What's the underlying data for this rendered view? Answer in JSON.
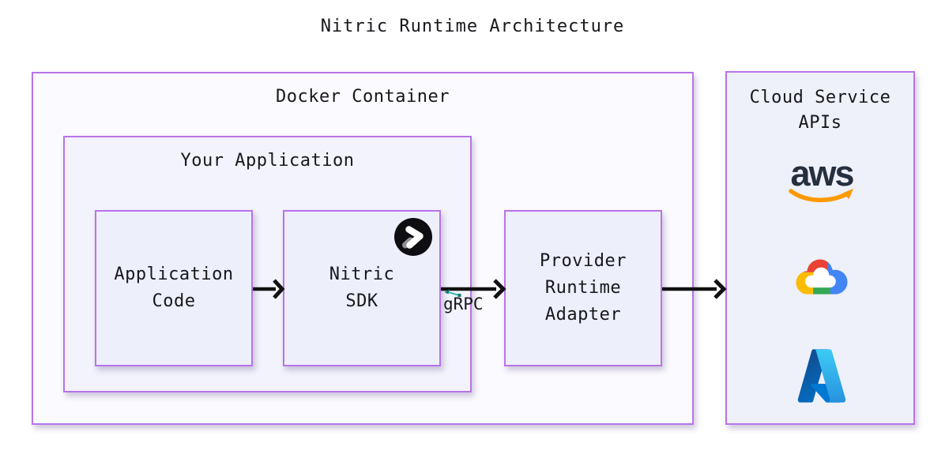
{
  "title": "Nitric Runtime Architecture",
  "colors": {
    "border-purple": "#b874e8",
    "text-dark": "#17171c",
    "arrow-black": "#111111",
    "docker-bg": "#fbfafe",
    "app-bg": "#f2f3fc",
    "node-bg": "#edeffb",
    "cloud-bg": "#eef0fa",
    "grpc-teal": "#2ab3a8",
    "grpc-teal-dark": "#0d7d74",
    "aws-navy": "#252f3e",
    "aws-orange": "#ff9900",
    "gcp-red": "#ea4335",
    "gcp-yellow": "#fbbc04",
    "gcp-green": "#34a853",
    "gcp-blue": "#4285f4",
    "azure-dark-blue": "#114a8b",
    "azure-mid-blue": "#0078d4",
    "azure-light-blue": "#3ccbf4",
    "nitric-black": "#0d0d12"
  },
  "containers": {
    "docker": {
      "label": "Docker Container"
    },
    "your_application": {
      "label": "Your Application"
    },
    "cloud_apis": {
      "lines": [
        "Cloud Service",
        "APIs"
      ]
    }
  },
  "nodes": {
    "application_code": {
      "lines": [
        "Application",
        "Code"
      ]
    },
    "nitric_sdk": {
      "lines": [
        "Nitric",
        "SDK"
      ],
      "icon": "nitric-logo"
    },
    "provider_runtime_adapter": {
      "lines": [
        "Provider",
        "Runtime",
        "Adapter"
      ]
    }
  },
  "connections": [
    {
      "from": "application_code",
      "to": "nitric_sdk",
      "label": ""
    },
    {
      "from": "nitric_sdk",
      "to": "provider_runtime_adapter",
      "label": "gRPC",
      "label_icon": "grpc-logo"
    },
    {
      "from": "provider_runtime_adapter",
      "to": "cloud_apis",
      "label": ""
    }
  ],
  "cloud_providers": [
    {
      "name": "aws",
      "icon": "aws-logo",
      "wordmark": "aws"
    },
    {
      "name": "google-cloud",
      "icon": "google-cloud-logo"
    },
    {
      "name": "azure",
      "icon": "azure-logo"
    }
  ]
}
